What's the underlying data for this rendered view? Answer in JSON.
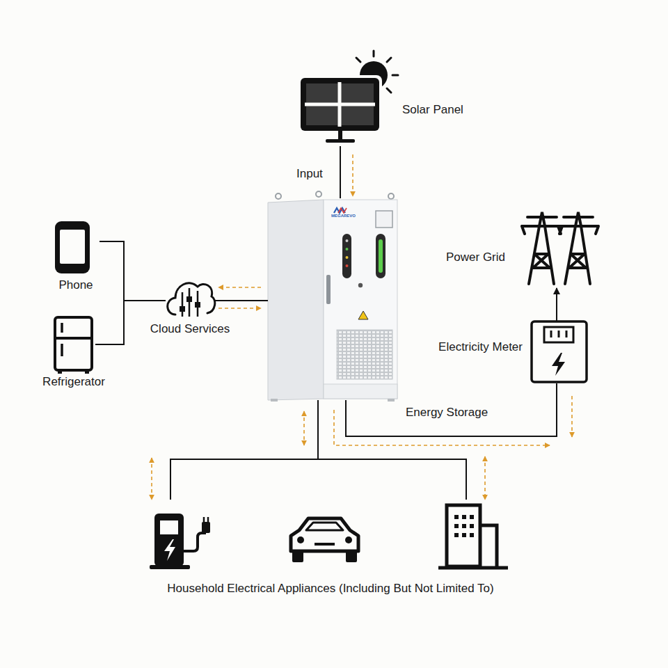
{
  "diagram": {
    "nodes": [
      {
        "text": [
          "Solar Panel"
        ]
      },
      {
        "text": [
          "Energy Storage"
        ]
      },
      {
        "text": [
          "Cloud Services"
        ]
      },
      {
        "text": [
          "Phone"
        ]
      },
      {
        "text": [
          "Refrigerator"
        ]
      },
      {
        "text": [
          "Power Grid"
        ]
      },
      {
        "text": [
          "Electricity Meter"
        ]
      },
      {
        "text": [
          "Household Electrical Appliances (Including But Not Limited To)"
        ]
      }
    ],
    "edges": [
      {
        "from": 0,
        "to": 1,
        "label": "Input",
        "arrow": "to"
      },
      {
        "from": 1,
        "to": 2,
        "arrow": "both"
      },
      {
        "from": 2,
        "to": 3,
        "arrow": "none"
      },
      {
        "from": 2,
        "to": 4,
        "arrow": "none"
      },
      {
        "from": 1,
        "to": 6,
        "arrow": "both"
      },
      {
        "from": 6,
        "to": 5,
        "arrow": "to"
      },
      {
        "from": 1,
        "to": 7,
        "arrow": "both"
      }
    ],
    "labels": [
      "MEGAREVO"
    ]
  }
}
